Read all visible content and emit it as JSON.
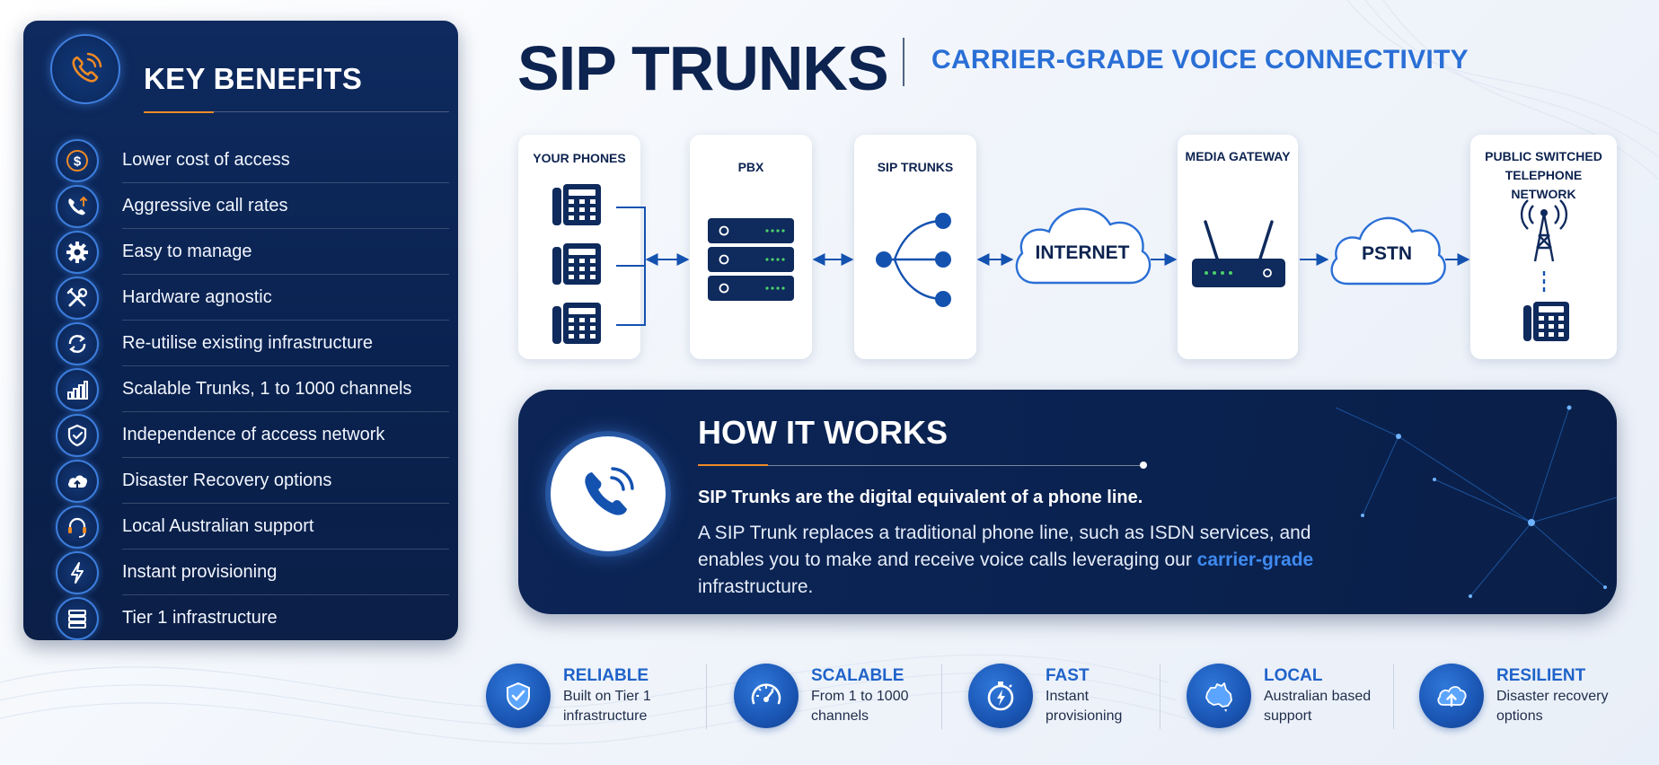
{
  "key_benefits": {
    "title": "KEY BENEFITS",
    "items": [
      {
        "label": "Lower cost of access",
        "icon": "dollar-icon"
      },
      {
        "label": "Aggressive call rates",
        "icon": "phone-rate-icon"
      },
      {
        "label": "Easy to manage",
        "icon": "gear-icon"
      },
      {
        "label": "Hardware agnostic",
        "icon": "tools-icon"
      },
      {
        "label": "Re-utilise existing infrastructure",
        "icon": "recycle-icon"
      },
      {
        "label": "Scalable Trunks, 1 to 1000 channels",
        "icon": "bar-chart-icon"
      },
      {
        "label": "Independence of access network",
        "icon": "shield-check-icon"
      },
      {
        "label": "Disaster Recovery options",
        "icon": "cloud-upload-icon"
      },
      {
        "label": "Local Australian support",
        "icon": "headset-icon"
      },
      {
        "label": "Instant provisioning",
        "icon": "lightning-icon"
      },
      {
        "label": "Tier 1 infrastructure",
        "icon": "server-icon"
      }
    ]
  },
  "header": {
    "title": "SIP TRUNKS",
    "subtitle": "CARRIER-GRADE VOICE CONNECTIVITY"
  },
  "diagram": {
    "nodes": [
      {
        "label": "YOUR PHONES",
        "icon": "desk-phone-icon"
      },
      {
        "label": "PBX",
        "icon": "server-rack-icon"
      },
      {
        "label": "SIP TRUNKS",
        "icon": "branch-network-icon"
      },
      {
        "label": "INTERNET",
        "icon": "cloud-icon"
      },
      {
        "label": "MEDIA GATEWAY",
        "icon": "router-icon"
      },
      {
        "label": "PSTN",
        "icon": "cloud-icon"
      },
      {
        "label": "PUBLIC SWITCHED TELEPHONE NETWORK",
        "icon": "cell-tower-icon"
      }
    ]
  },
  "how_it_works": {
    "title": "HOW IT WORKS",
    "lead": "SIP Trunks are the digital equivalent of a phone line.",
    "body_part1": "A SIP Trunk replaces a traditional phone line, such as ISDN services, and enables you to make and receive voice calls leveraging our ",
    "body_highlight": "carrier-grade",
    "body_part2": " infrastructure."
  },
  "features": [
    {
      "title": "RELIABLE",
      "desc_line1": "Built on Tier 1",
      "desc_line2": "infrastructure",
      "icon": "shield-check-icon"
    },
    {
      "title": "SCALABLE",
      "desc_line1": "From 1 to 1000",
      "desc_line2": "channels",
      "icon": "speedometer-icon"
    },
    {
      "title": "FAST",
      "desc_line1": "Instant",
      "desc_line2": "provisioning",
      "icon": "stopwatch-lightning-icon"
    },
    {
      "title": "LOCAL",
      "desc_line1": "Australian based",
      "desc_line2": "support",
      "icon": "australia-map-icon"
    },
    {
      "title": "RESILIENT",
      "desc_line1": "Disaster recovery",
      "desc_line2": "options",
      "icon": "cloud-upload-icon"
    }
  ],
  "colors": {
    "navy": "#0d2350",
    "accent_blue": "#2a6fd6",
    "orange": "#f08a24",
    "panel_dark": "#0a2250"
  }
}
